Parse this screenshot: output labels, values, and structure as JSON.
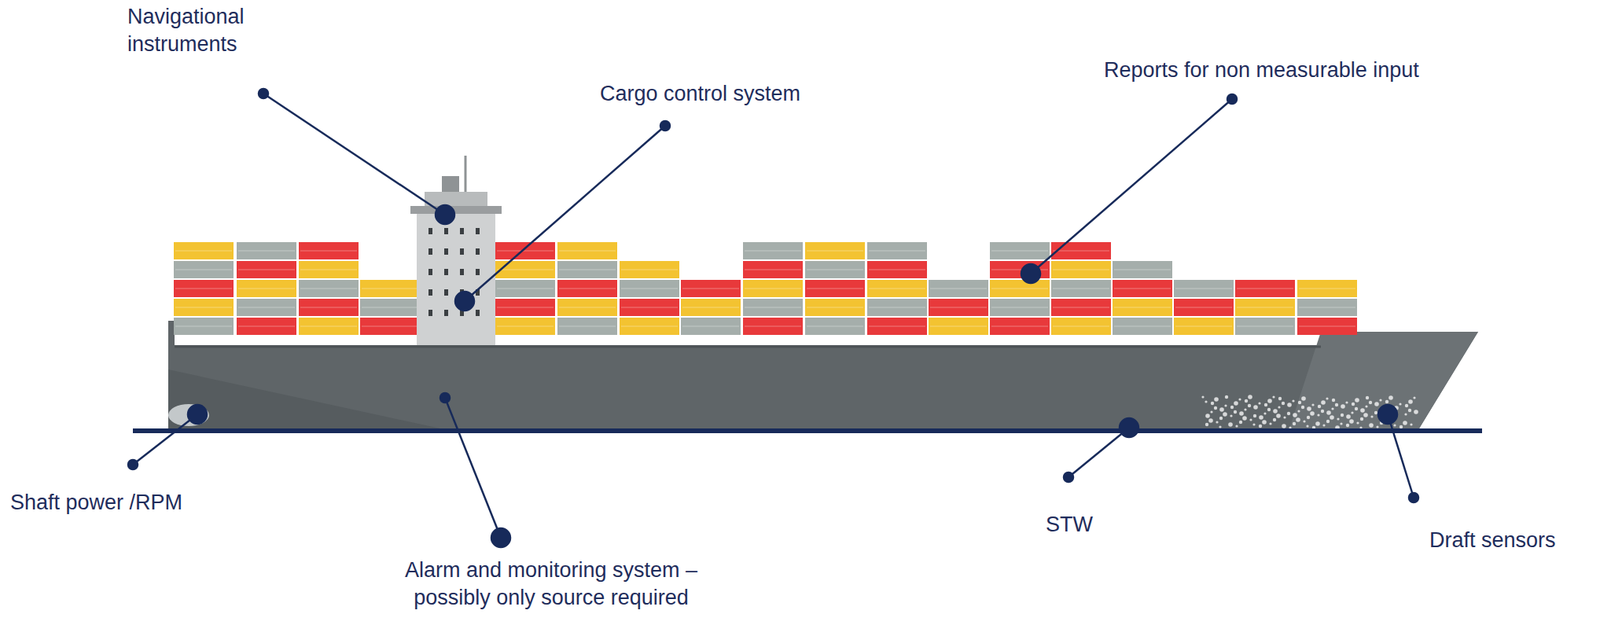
{
  "diagram": {
    "labels": [
      "Navigational instruments",
      "Cargo control system",
      "Reports for non measurable input",
      "Shaft power /RPM",
      "Alarm and monitoring system – possibly only source required",
      "STW",
      "Draft sensors"
    ]
  }
}
